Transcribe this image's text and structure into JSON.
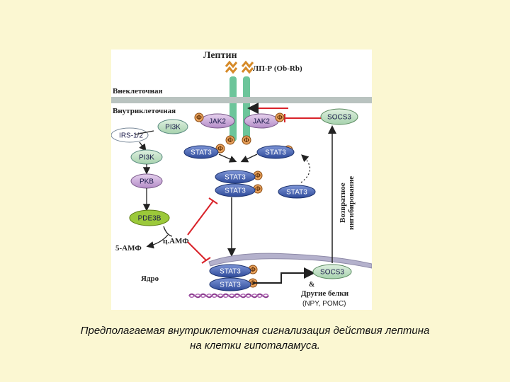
{
  "diagram": {
    "title": "Лептин",
    "receptor_label": "ЛП-Р (Ob-Rb)",
    "extracellular_label": "Внеклеточная",
    "intracellular_label": "Внутриклеточная",
    "feedback_label_line1": "Возвратное",
    "feedback_label_line2": "ингибирование",
    "nucleus_label": "Ядро",
    "amp5_label": "5-АМФ",
    "camp_label": "ц.АМФ",
    "phospho_symbol": "Ф",
    "nodes": {
      "jak2_left": "JAK2",
      "jak2_right": "JAK2",
      "pi3k_top": "PI3K",
      "irs": "IRS-1/2",
      "pi3k": "PI3K",
      "pkb": "PKB",
      "pde3b": "PDE3B",
      "socs3_top": "SOCS3",
      "stat3_left": "STAT3",
      "stat3_right": "STAT3",
      "stat3_dimer_top": "STAT3",
      "stat3_dimer_bottom": "STAT3",
      "stat3_free": "STAT3",
      "stat3_nuc_top": "STAT3",
      "stat3_nuc_bottom": "STAT3",
      "socs3_bottom": "SOCS3"
    },
    "other_proteins_line1": "&",
    "other_proteins_line2": "Другие белки",
    "other_proteins_line3": "(NPY, POMC)"
  },
  "caption": {
    "line1": "Предполагаемая внутриклеточная сигнализация действия лептина",
    "line2": "на клетки гипоталамуса."
  },
  "colors": {
    "background": "#fbf7d2",
    "receptor": "#6cc59a",
    "stat3": "#4a67b8",
    "lilac": "#c9a6d8",
    "pde3b": "#9bc93a",
    "socs3": "#bfe0c4",
    "phospho": "#e8a15c",
    "inhibit": "#d9232a",
    "membrane": "#b9c3c0",
    "nucleus": "#b4b1cc"
  }
}
